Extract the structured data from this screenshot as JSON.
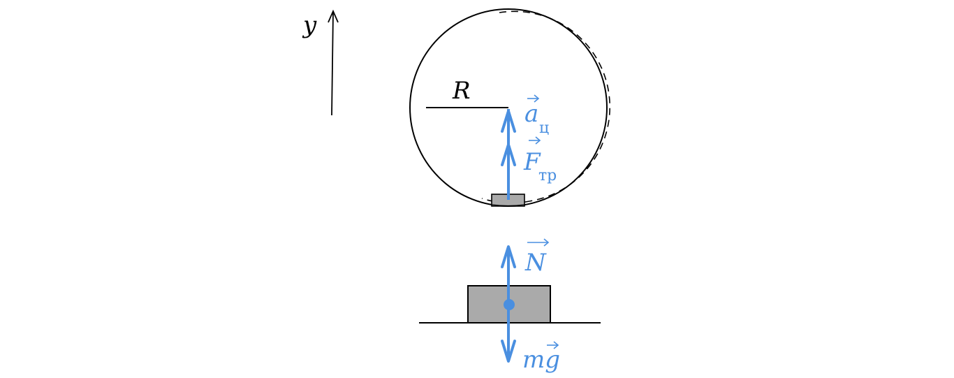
{
  "diagram": {
    "axis": {
      "label": "y"
    },
    "circle": {
      "radius_label": "R"
    },
    "vectors": {
      "centripetal_accel": {
        "symbol": "a",
        "subscript": "ц"
      },
      "friction_force": {
        "symbol": "F",
        "subscript": "тр"
      },
      "normal_force": {
        "symbol": "N"
      },
      "gravity_force": {
        "symbol": "mg"
      }
    },
    "colors": {
      "vector": "#4a8fe0",
      "line": "#000000",
      "block_fill": "#aaaaaa"
    }
  }
}
